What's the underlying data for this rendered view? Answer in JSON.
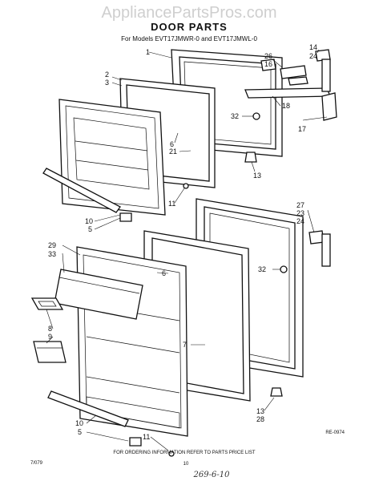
{
  "watermark": "AppliancePartsPros.com",
  "title": "DOOR PARTS",
  "subtitle": "For Models EVT17JMWR-0 and EVT17JMWL-0",
  "callouts": {
    "c1": "1",
    "c2": "2",
    "c3": "3",
    "c14": "14",
    "c24a": "24",
    "c26": "26",
    "c16": "16",
    "c18": "18",
    "c32a": "32",
    "c17": "17",
    "c6a": "6",
    "c21": "21",
    "c13a": "13",
    "c11a": "11",
    "c10a": "10",
    "c5a": "5",
    "c27": "27",
    "c23": "23",
    "c24b": "24",
    "c32b": "32",
    "c29": "29",
    "c33": "33",
    "c6b": "6",
    "c8": "8",
    "c9": "9",
    "c7": "7",
    "c13b": "13",
    "c28": "28",
    "c10b": "10",
    "c5b": "5",
    "c11b": "11"
  },
  "diagram_code": "RE-0974",
  "footer_note": "FOR ORDERING INFORMATION REFER TO PARTS PRICE LIST",
  "footer_left": "7/079",
  "page_number": "10",
  "handwritten": "269-6-10"
}
